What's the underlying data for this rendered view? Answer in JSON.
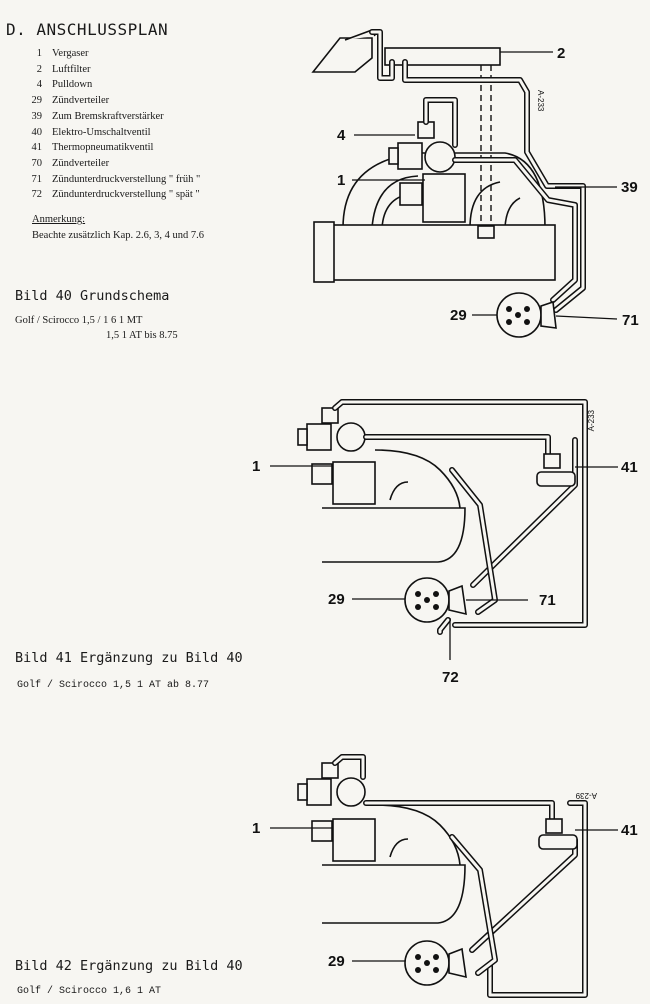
{
  "section_title": "D. ANSCHLUSSPLAN",
  "legend": [
    {
      "num": "1",
      "text": "Vergaser"
    },
    {
      "num": "2",
      "text": "Luftfilter"
    },
    {
      "num": "4",
      "text": "Pulldown"
    },
    {
      "num": "29",
      "text": "Zündverteiler"
    },
    {
      "num": "39",
      "text": "Zum Bremskraftverstärker"
    },
    {
      "num": "40",
      "text": "Elektro-Umschaltventil"
    },
    {
      "num": "41",
      "text": "Thermopneumatikventil"
    },
    {
      "num": "70",
      "text": "Zündverteiler"
    },
    {
      "num": "71",
      "text": "Zündunterdruckverstellung \" früh \""
    },
    {
      "num": "72",
      "text": "Zündunterdruckverstellung \" spät \""
    }
  ],
  "note": {
    "heading": "Anmerkung:",
    "text": "Beachte zusätzlich Kap. 2.6, 3, 4 und 7.6"
  },
  "figures": [
    {
      "caption": "Bild 40  Grundschema",
      "sub_lines": [
        "Golf / Scirocco  1,5 / 1 6 1 MT",
        "1,5 1 AT bis 8.75"
      ],
      "labels": {
        "l1": "1",
        "l2": "2",
        "l4": "4",
        "l29": "29",
        "l39": "39",
        "l71": "71"
      },
      "hose_tag": "A-233"
    },
    {
      "caption": "Bild 41  Ergänzung zu Bild 40",
      "sub_lines": [
        "Golf / Scirocco  1,5 1  AT  ab  8.77"
      ],
      "labels": {
        "l1": "1",
        "l29": "29",
        "l41": "41",
        "l71": "71",
        "l72": "72"
      },
      "hose_tag": "A-233"
    },
    {
      "caption": "Bild 42  Ergänzung zu Bild 40",
      "sub_lines": [
        "Golf / Scirocco  1,6 1  AT"
      ],
      "labels": {
        "l1": "1",
        "l29": "29",
        "l41": "41"
      },
      "hose_tag": "A-239"
    }
  ]
}
